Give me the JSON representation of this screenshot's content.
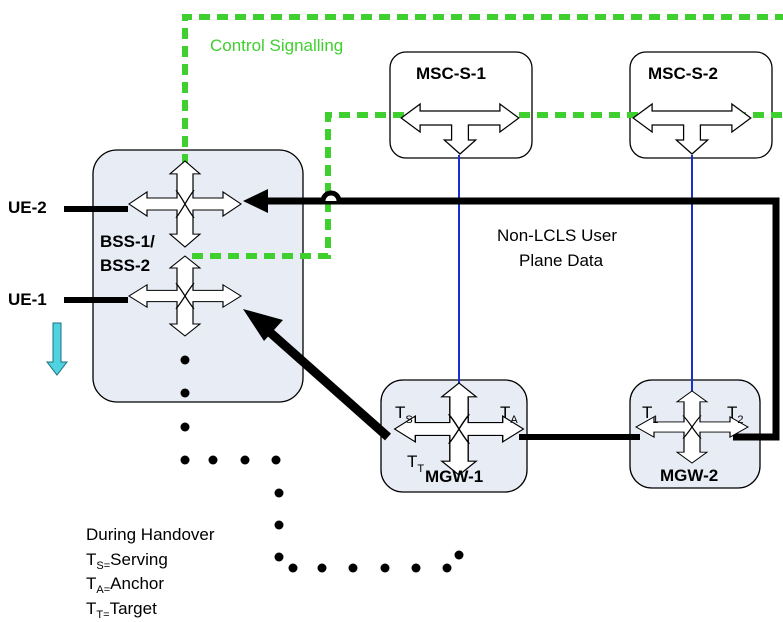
{
  "labels": {
    "control_signalling": "Control Signalling",
    "non_lcls_line1": "Non-LCLS User",
    "non_lcls_line2": "Plane Data",
    "ue2": "UE-2",
    "ue1": "UE-1",
    "bss_line1": "BSS-1/",
    "bss_line2": "BSS-2",
    "msc1": "MSC-S-1",
    "msc2": "MSC-S-2",
    "mgw1": "MGW-1",
    "mgw2": "MGW-2",
    "t": "T",
    "sub_s": "S",
    "sub_a": "A",
    "sub_t": "T",
    "sub_1": "1",
    "sub_2": "2"
  },
  "legend": {
    "title": "During Handover",
    "t": "T",
    "items": [
      {
        "sub": "S",
        "eq": "=",
        "text": "Serving"
      },
      {
        "sub": "A",
        "eq": "=",
        "text": "Anchor"
      },
      {
        "sub": "T",
        "eq": "=",
        "text": "Target"
      }
    ]
  },
  "colors": {
    "control_line": "#3fcf2f",
    "link_line": "#1a2fcf",
    "bss_fill": "#e7ecf5",
    "mgw_fill": "#e7ecf5",
    "handover_arrow": "#4fd3e0"
  },
  "icons": {
    "switch": "switch-icon",
    "handover_direction": "down-arrow-icon"
  }
}
